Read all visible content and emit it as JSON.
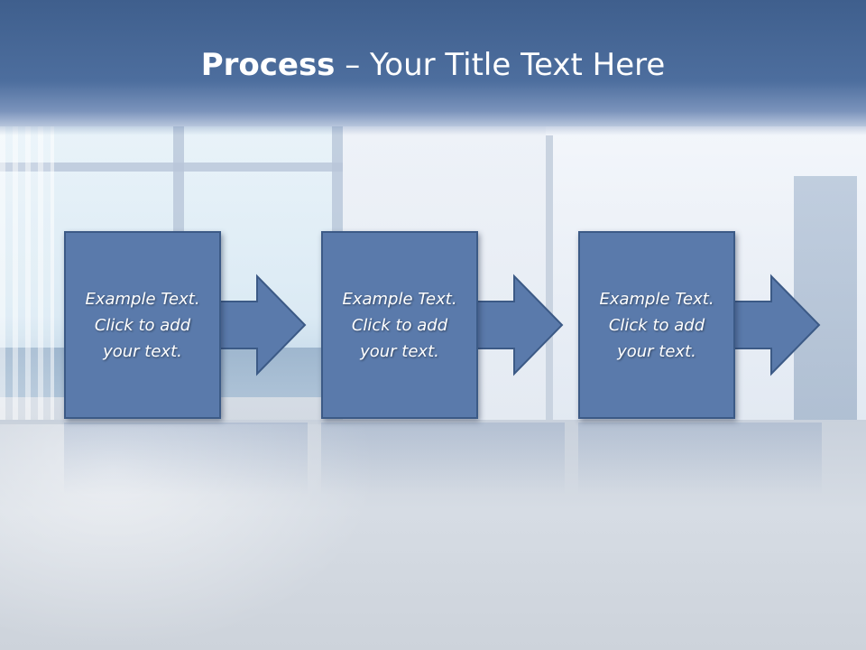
{
  "title": {
    "bold": "Process",
    "rest": " – Your Title Text Here"
  },
  "steps": [
    {
      "text": "Example Text.\nClick  to add\nyour text."
    },
    {
      "text": "Example Text.\nClick  to add\nyour text."
    },
    {
      "text": "Example Text.\nClick  to add\nyour text."
    }
  ],
  "colors": {
    "title_bar": "#4d6e9e",
    "box_fill": "#5a7aab",
    "box_border": "#3c5a86",
    "text": "#ffffff"
  }
}
